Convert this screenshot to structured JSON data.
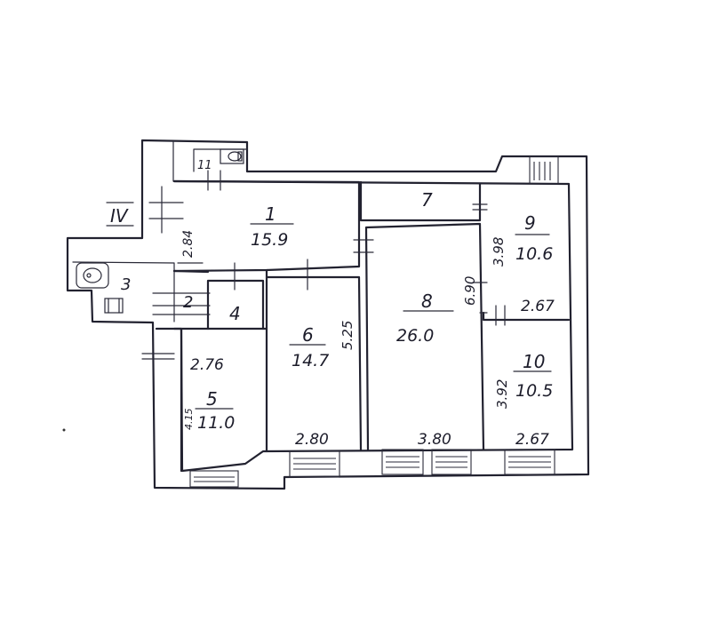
{
  "floor_marker": "IV",
  "rooms": [
    {
      "number": "1",
      "area": "15.9"
    },
    {
      "number": "2",
      "area": ""
    },
    {
      "number": "3",
      "area": ""
    },
    {
      "number": "4",
      "area": ""
    },
    {
      "number": "5",
      "area": "11.0"
    },
    {
      "number": "6",
      "area": "14.7"
    },
    {
      "number": "7",
      "area": ""
    },
    {
      "number": "8",
      "area": "26.0"
    },
    {
      "number": "9",
      "area": "10.6"
    },
    {
      "number": "10",
      "area": "10.5"
    },
    {
      "number": "11",
      "area": ""
    }
  ],
  "dimensions": {
    "room1_depth": "2.84",
    "room5_width": "2.76",
    "room5_depth": "4.15",
    "room6_depth": "5.25",
    "room6_width": "2.80",
    "room8_depth": "6.90",
    "room8_width": "3.80",
    "room9_depth": "3.98",
    "room9_width": "2.67",
    "room10_depth": "3.92",
    "room10_width": "2.67"
  }
}
